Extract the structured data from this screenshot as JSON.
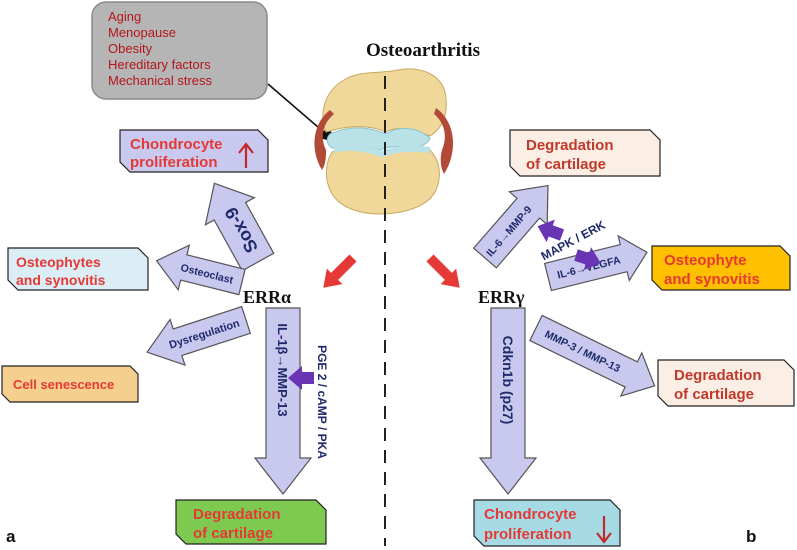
{
  "title": "Osteoarthritis",
  "risk_factors": [
    "Aging",
    "Menopause",
    "Obesity",
    "Hereditary factors",
    "Mechanical stress"
  ],
  "panel_labels": {
    "a": "a",
    "b": "b"
  },
  "left": {
    "center": "ERRα",
    "chondro_top": {
      "line1": "Chondrocyte",
      "line2": "proliferation"
    },
    "sox9": "Sox-9",
    "osteophytes": {
      "line1": "Osteophytes",
      "line2": "and synovitis"
    },
    "osteoclast": "Osteoclast",
    "senescence": "Cell senescence",
    "dysregulation": "Dysregulation",
    "il1b": "IL-1β→MMP-13",
    "pge2": "PGE 2 / cAMP / PKA",
    "degradation": {
      "line1": "Degradation",
      "line2": "of cartilage"
    }
  },
  "right": {
    "center": "ERRγ",
    "degradation_top": {
      "line1": "Degradation",
      "line2": "of cartilage"
    },
    "il6_mmp9": "IL-6→MMP-9",
    "mapk": "MAPK / ERK",
    "osteophyte": {
      "line1": "Osteophyte",
      "line2": "and synovitis"
    },
    "il6_vegfa": "IL-6→VEGFA",
    "mmp3": "MMP-3 / MMP-13",
    "degradation_mid": {
      "line1": "Degradation",
      "line2": "of cartilage"
    },
    "cdkn1b": "Cdkn1b (p27)",
    "chondro_bottom": {
      "line1": "Chondrocyte",
      "line2": "proliferation"
    }
  },
  "colors": {
    "arrow_fill": "#c9c9ef",
    "arrow_stroke": "#555555",
    "red_text": "#c62828",
    "navy_text": "#1f2a6b",
    "purple": "#6a35b4"
  }
}
